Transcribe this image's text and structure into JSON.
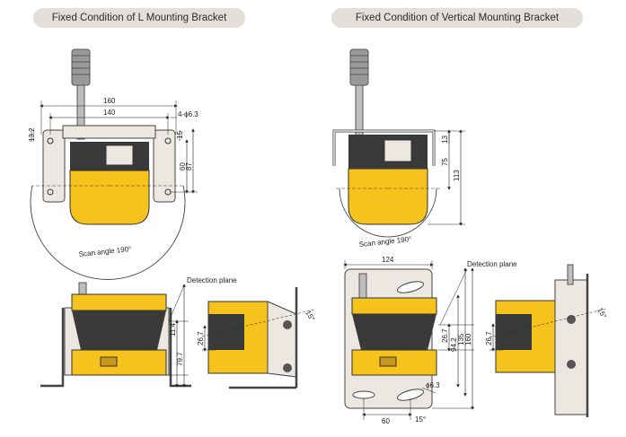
{
  "headers": {
    "left": "Fixed Condition of L Mounting Bracket",
    "right": "Fixed Condition of Vertical Mounting Bracket"
  },
  "left_top": {
    "dim_160": "160",
    "dim_140": "140",
    "dim_hole": "4-ϕ6.3",
    "dim_13_2": "13.2",
    "dim_15": "15",
    "dim_60": "60",
    "dim_87": "87",
    "scan": "Scan angle 190°"
  },
  "right_top": {
    "dim_13": "13",
    "dim_75": "75",
    "dim_113": "113",
    "scan": "Scan angle 190°"
  },
  "left_bottom": {
    "detection": "Detection plane",
    "dim_11_4": "11.4",
    "dim_79_7": "79.7",
    "dim_26_7": "26.7",
    "dim_15deg": "15°"
  },
  "right_bottom": {
    "dim_124": "124",
    "detection": "Detection plane",
    "dim_26_7": "26.7",
    "dim_94_2": "94.2",
    "dim_135": "135",
    "dim_160": "160",
    "dim_hole": "ϕ6.3",
    "dim_60": "60",
    "dim_15deg": "15°",
    "side_26_7": "26.7",
    "side_15deg": "15°"
  },
  "colors": {
    "yellow": "#f6c21c",
    "dark": "#3a3a3a",
    "bracket": "#ece7e0",
    "header_bg": "#e4dfd9"
  }
}
